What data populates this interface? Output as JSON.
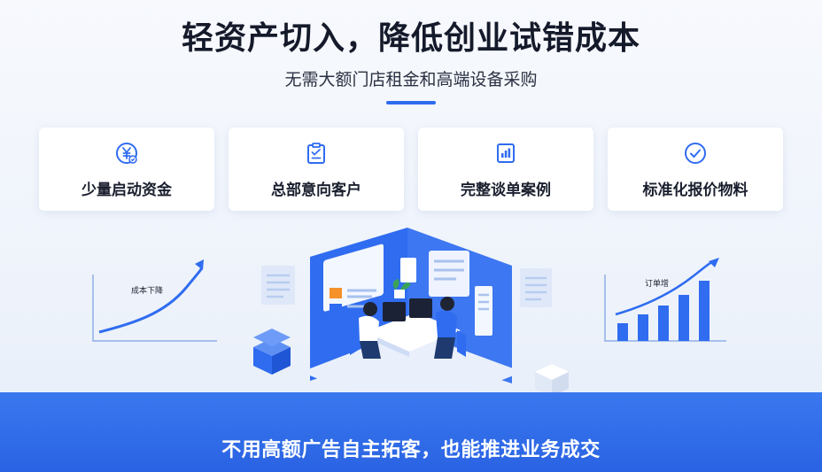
{
  "header": {
    "title": "轻资产切入，降低创业试错成本",
    "subtitle": "无需大额门店租金和高端设备采购"
  },
  "cards": [
    {
      "label": "少量启动资金",
      "icon": "yen-coin-icon"
    },
    {
      "label": "总部意向客户",
      "icon": "clipboard-check-icon"
    },
    {
      "label": "完整谈单案例",
      "icon": "book-chart-icon"
    },
    {
      "label": "标准化报价物料",
      "icon": "check-circle-icon"
    }
  ],
  "illustration": {
    "left_chart_label": "成本下降",
    "right_chart_label": "订单增"
  },
  "colors": {
    "accent": "#2f6cf0",
    "footer": "#2a63e3",
    "title": "#151a2b"
  },
  "footer": {
    "text": "不用高额广告自主拓客，也能推进业务成交"
  }
}
